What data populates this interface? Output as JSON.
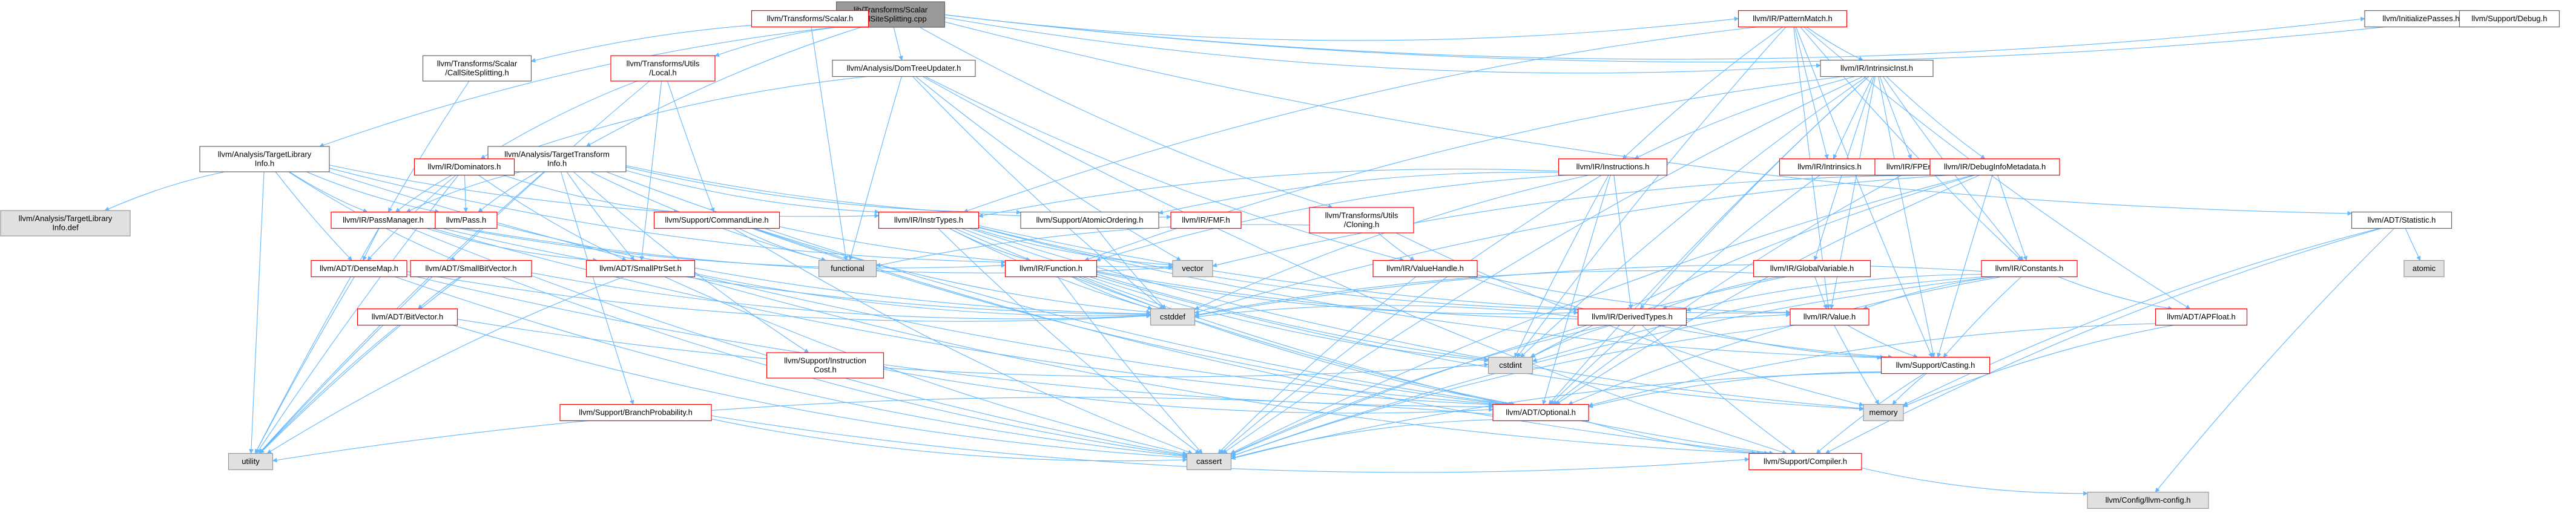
{
  "nodes": [
    {
      "id": "root",
      "lines": [
        "lib/Transforms/Scalar",
        "/CallSiteSplitting.cpp"
      ],
      "style": "root"
    },
    {
      "id": "passes",
      "lines": [
        "llvm/InitializePasses.h"
      ],
      "style": "plain"
    },
    {
      "id": "debug",
      "lines": [
        "llvm/Support/Debug.h"
      ],
      "style": "plain"
    },
    {
      "id": "scalar",
      "lines": [
        "llvm/Transforms/Scalar.h"
      ],
      "style": "red"
    },
    {
      "id": "patmatch",
      "lines": [
        "llvm/IR/PatternMatch.h"
      ],
      "style": "red"
    },
    {
      "id": "csplit",
      "lines": [
        "llvm/Transforms/Scalar",
        "/CallSiteSplitting.h"
      ],
      "style": "plain"
    },
    {
      "id": "tlocal",
      "lines": [
        "llvm/Transforms/Utils",
        "/Local.h"
      ],
      "style": "red"
    },
    {
      "id": "domtree",
      "lines": [
        "llvm/Analysis/DomTreeUpdater.h"
      ],
      "style": "plain"
    },
    {
      "id": "intrinst",
      "lines": [
        "llvm/IR/IntrinsicInst.h"
      ],
      "style": "plain"
    },
    {
      "id": "tli",
      "lines": [
        "llvm/Analysis/TargetLibrary",
        "Info.h"
      ],
      "style": "plain"
    },
    {
      "id": "tti",
      "lines": [
        "llvm/Analysis/TargetTransform",
        "Info.h"
      ],
      "style": "plain"
    },
    {
      "id": "doms",
      "lines": [
        "llvm/IR/Dominators.h"
      ],
      "style": "red"
    },
    {
      "id": "instrs",
      "lines": [
        "llvm/IR/Instructions.h"
      ],
      "style": "red"
    },
    {
      "id": "intrinsics",
      "lines": [
        "llvm/IR/Intrinsics.h"
      ],
      "style": "red"
    },
    {
      "id": "fpenv",
      "lines": [
        "llvm/IR/FPEnv.h"
      ],
      "style": "red"
    },
    {
      "id": "dbginfo",
      "lines": [
        "llvm/IR/DebugInfoMetadata.h"
      ],
      "style": "red"
    },
    {
      "id": "tlidef",
      "lines": [
        "llvm/Analysis/TargetLibrary",
        "Info.def"
      ],
      "style": "gray"
    },
    {
      "id": "pm",
      "lines": [
        "llvm/IR/PassManager.h"
      ],
      "style": "red"
    },
    {
      "id": "pass",
      "lines": [
        "llvm/Pass.h"
      ],
      "style": "red"
    },
    {
      "id": "cmdline",
      "lines": [
        "llvm/Support/CommandLine.h"
      ],
      "style": "red"
    },
    {
      "id": "instrtypes",
      "lines": [
        "llvm/IR/InstrTypes.h"
      ],
      "style": "red"
    },
    {
      "id": "atomic",
      "lines": [
        "llvm/Support/AtomicOrdering.h"
      ],
      "style": "plain"
    },
    {
      "id": "fmf",
      "lines": [
        "llvm/IR/FMF.h"
      ],
      "style": "red"
    },
    {
      "id": "cloning",
      "lines": [
        "llvm/Transforms/Utils",
        "/Cloning.h"
      ],
      "style": "red"
    },
    {
      "id": "statistic",
      "lines": [
        "llvm/ADT/Statistic.h"
      ],
      "style": "plain"
    },
    {
      "id": "functional",
      "lines": [
        "functional"
      ],
      "style": "gray"
    },
    {
      "id": "vector",
      "lines": [
        "vector"
      ],
      "style": "gray"
    },
    {
      "id": "atomicstd",
      "lines": [
        "atomic"
      ],
      "style": "gray"
    },
    {
      "id": "densemap",
      "lines": [
        "llvm/ADT/DenseMap.h"
      ],
      "style": "red"
    },
    {
      "id": "sbv",
      "lines": [
        "llvm/ADT/SmallBitVector.h"
      ],
      "style": "red"
    },
    {
      "id": "sps",
      "lines": [
        "llvm/ADT/SmallPtrSet.h"
      ],
      "style": "red"
    },
    {
      "id": "function",
      "lines": [
        "llvm/IR/Function.h"
      ],
      "style": "red"
    },
    {
      "id": "vh",
      "lines": [
        "llvm/IR/ValueHandle.h"
      ],
      "style": "red"
    },
    {
      "id": "gv",
      "lines": [
        "llvm/IR/GlobalVariable.h"
      ],
      "style": "red"
    },
    {
      "id": "constants",
      "lines": [
        "llvm/IR/Constants.h"
      ],
      "style": "red"
    },
    {
      "id": "bitvector",
      "lines": [
        "llvm/ADT/BitVector.h"
      ],
      "style": "red"
    },
    {
      "id": "cstddef",
      "lines": [
        "cstddef"
      ],
      "style": "gray"
    },
    {
      "id": "derived",
      "lines": [
        "llvm/IR/DerivedTypes.h"
      ],
      "style": "red"
    },
    {
      "id": "value",
      "lines": [
        "llvm/IR/Value.h"
      ],
      "style": "red"
    },
    {
      "id": "apfloat",
      "lines": [
        "llvm/ADT/APFloat.h"
      ],
      "style": "red"
    },
    {
      "id": "cstdint",
      "lines": [
        "cstdint"
      ],
      "style": "gray"
    },
    {
      "id": "casting",
      "lines": [
        "llvm/Support/Casting.h"
      ],
      "style": "red"
    },
    {
      "id": "instcost",
      "lines": [
        "llvm/Support/Instruction",
        "Cost.h"
      ],
      "style": "red"
    },
    {
      "id": "memory",
      "lines": [
        "memory"
      ],
      "style": "gray"
    },
    {
      "id": "branchprob",
      "lines": [
        "llvm/Support/BranchProbability.h"
      ],
      "style": "red"
    },
    {
      "id": "optional",
      "lines": [
        "llvm/ADT/Optional.h"
      ],
      "style": "red"
    },
    {
      "id": "utility",
      "lines": [
        "utility"
      ],
      "style": "gray"
    },
    {
      "id": "cassert",
      "lines": [
        "cassert"
      ],
      "style": "gray"
    },
    {
      "id": "compiler",
      "lines": [
        "llvm/Support/Compiler.h"
      ],
      "style": "red"
    },
    {
      "id": "config",
      "lines": [
        "llvm/Config/llvm-config.h"
      ],
      "style": "gray"
    }
  ],
  "edges": [
    [
      "root",
      "passes"
    ],
    [
      "root",
      "debug"
    ],
    [
      "root",
      "scalar"
    ],
    [
      "root",
      "patmatch"
    ],
    [
      "root",
      "csplit"
    ],
    [
      "root",
      "tlocal"
    ],
    [
      "root",
      "domtree"
    ],
    [
      "root",
      "intrinst"
    ],
    [
      "root",
      "tli"
    ],
    [
      "root",
      "tti"
    ],
    [
      "root",
      "cloning"
    ],
    [
      "root",
      "statistic"
    ],
    [
      "scalar",
      "functional"
    ],
    [
      "patmatch",
      "intrinst"
    ],
    [
      "patmatch",
      "instrs"
    ],
    [
      "patmatch",
      "intrinsics"
    ],
    [
      "patmatch",
      "constants"
    ],
    [
      "patmatch",
      "instrtypes"
    ],
    [
      "patmatch",
      "value"
    ],
    [
      "patmatch",
      "apfloat"
    ],
    [
      "patmatch",
      "casting"
    ],
    [
      "patmatch",
      "cstdint"
    ],
    [
      "csplit",
      "pm"
    ],
    [
      "tlocal",
      "doms"
    ],
    [
      "tlocal",
      "cmdline"
    ],
    [
      "tlocal",
      "sps"
    ],
    [
      "tlocal",
      "utility"
    ],
    [
      "domtree",
      "functional"
    ],
    [
      "domtree",
      "vector"
    ],
    [
      "domtree",
      "cstddef"
    ],
    [
      "domtree",
      "vh"
    ],
    [
      "domtree",
      "compiler"
    ],
    [
      "domtree",
      "doms"
    ],
    [
      "intrinst",
      "instrs"
    ],
    [
      "intrinst",
      "intrinsics"
    ],
    [
      "intrinst",
      "fpenv"
    ],
    [
      "intrinst",
      "dbginfo"
    ],
    [
      "intrinst",
      "constants"
    ],
    [
      "intrinst",
      "gv"
    ],
    [
      "intrinst",
      "derived"
    ],
    [
      "intrinst",
      "function"
    ],
    [
      "intrinst",
      "value"
    ],
    [
      "intrinst",
      "casting"
    ],
    [
      "intrinst",
      "cassert"
    ],
    [
      "intrinst",
      "cstdint"
    ],
    [
      "intrinst",
      "optional"
    ],
    [
      "tli",
      "tlidef"
    ],
    [
      "tli",
      "pm"
    ],
    [
      "tli",
      "pass"
    ],
    [
      "tli",
      "densemap"
    ],
    [
      "tli",
      "sbv"
    ],
    [
      "tli",
      "instrtypes"
    ],
    [
      "tli",
      "function"
    ],
    [
      "tli",
      "optional"
    ],
    [
      "tli",
      "utility"
    ],
    [
      "tti",
      "pm"
    ],
    [
      "tti",
      "pass"
    ],
    [
      "tti",
      "sps"
    ],
    [
      "tti",
      "instrtypes"
    ],
    [
      "tti",
      "fmf"
    ],
    [
      "tti",
      "atomic"
    ],
    [
      "tti",
      "instcost"
    ],
    [
      "tti",
      "branchprob"
    ],
    [
      "tti",
      "functional"
    ],
    [
      "tti",
      "optional"
    ],
    [
      "tti",
      "utility"
    ],
    [
      "doms",
      "pm"
    ],
    [
      "doms",
      "pass"
    ],
    [
      "doms",
      "densemap"
    ],
    [
      "doms",
      "sps"
    ],
    [
      "doms",
      "cmdline"
    ],
    [
      "doms",
      "utility"
    ],
    [
      "instrs",
      "instrtypes"
    ],
    [
      "instrs",
      "function"
    ],
    [
      "instrs",
      "derived"
    ],
    [
      "instrs",
      "cstddef"
    ],
    [
      "instrs",
      "cstdint"
    ],
    [
      "instrs",
      "cassert"
    ],
    [
      "instrs",
      "atomic"
    ],
    [
      "instrs",
      "optional"
    ],
    [
      "intrinsics",
      "optional"
    ],
    [
      "fpenv",
      "optional"
    ],
    [
      "dbginfo",
      "constants"
    ],
    [
      "dbginfo",
      "casting"
    ],
    [
      "dbginfo",
      "cassert"
    ],
    [
      "dbginfo",
      "cstddef"
    ],
    [
      "dbginfo",
      "cstdint"
    ],
    [
      "dbginfo",
      "vector"
    ],
    [
      "dbginfo",
      "optional"
    ],
    [
      "pm",
      "densemap"
    ],
    [
      "pm",
      "sps"
    ],
    [
      "pm",
      "function"
    ],
    [
      "pm",
      "cassert"
    ],
    [
      "pm",
      "cstddef"
    ],
    [
      "pm",
      "vector"
    ],
    [
      "pm",
      "utility"
    ],
    [
      "pm",
      "optional"
    ],
    [
      "pass",
      "cstddef"
    ],
    [
      "cmdline",
      "functional"
    ],
    [
      "cmdline",
      "vector"
    ],
    [
      "cmdline",
      "cassert"
    ],
    [
      "cmdline",
      "cstddef"
    ],
    [
      "cmdline",
      "optional"
    ],
    [
      "cmdline",
      "compiler"
    ],
    [
      "instrtypes",
      "function"
    ],
    [
      "instrtypes",
      "derived"
    ],
    [
      "instrtypes",
      "value"
    ],
    [
      "instrtypes",
      "cstddef"
    ],
    [
      "instrtypes",
      "cstdint"
    ],
    [
      "instrtypes",
      "vector"
    ],
    [
      "instrtypes",
      "cassert"
    ],
    [
      "instrtypes",
      "optional"
    ],
    [
      "instrtypes",
      "casting"
    ],
    [
      "instrtypes",
      "memory"
    ],
    [
      "atomic",
      "cstddef"
    ],
    [
      "cloning",
      "vh"
    ],
    [
      "cloning",
      "functional"
    ],
    [
      "cloning",
      "memory"
    ],
    [
      "statistic",
      "atomicstd"
    ],
    [
      "statistic",
      "memory"
    ],
    [
      "statistic",
      "compiler"
    ],
    [
      "statistic",
      "config"
    ],
    [
      "densemap",
      "cassert"
    ],
    [
      "densemap",
      "cstddef"
    ],
    [
      "densemap",
      "utility"
    ],
    [
      "densemap",
      "optional"
    ],
    [
      "sbv",
      "bitvector"
    ],
    [
      "sbv",
      "cassert"
    ],
    [
      "sbv",
      "cstddef"
    ],
    [
      "sbv",
      "utility"
    ],
    [
      "sps",
      "cassert"
    ],
    [
      "sps",
      "cstddef"
    ],
    [
      "sps",
      "utility"
    ],
    [
      "sps",
      "compiler"
    ],
    [
      "function",
      "derived"
    ],
    [
      "function",
      "value"
    ],
    [
      "function",
      "cassert"
    ],
    [
      "function",
      "cstddef"
    ],
    [
      "function",
      "cstdint"
    ],
    [
      "function",
      "memory"
    ],
    [
      "function",
      "compiler"
    ],
    [
      "function",
      "optional"
    ],
    [
      "vh",
      "value"
    ],
    [
      "vh",
      "casting"
    ],
    [
      "vh",
      "cassert"
    ],
    [
      "gv",
      "derived"
    ],
    [
      "gv",
      "value"
    ],
    [
      "gv",
      "cassert"
    ],
    [
      "gv",
      "cstddef"
    ],
    [
      "constants",
      "derived"
    ],
    [
      "constants",
      "value"
    ],
    [
      "constants",
      "apfloat"
    ],
    [
      "constants",
      "casting"
    ],
    [
      "constants",
      "cassert"
    ],
    [
      "constants",
      "cstddef"
    ],
    [
      "constants",
      "cstdint"
    ],
    [
      "constants",
      "optional"
    ],
    [
      "bitvector",
      "cassert"
    ],
    [
      "bitvector",
      "utility"
    ],
    [
      "bitvector",
      "cstdint"
    ],
    [
      "derived",
      "casting"
    ],
    [
      "derived",
      "cassert"
    ],
    [
      "derived",
      "cstddef"
    ],
    [
      "derived",
      "cstdint"
    ],
    [
      "derived",
      "compiler"
    ],
    [
      "value",
      "casting"
    ],
    [
      "value",
      "cassert"
    ],
    [
      "value",
      "memory"
    ],
    [
      "apfloat",
      "optional"
    ],
    [
      "apfloat",
      "memory"
    ],
    [
      "casting",
      "optional"
    ],
    [
      "casting",
      "memory"
    ],
    [
      "casting",
      "compiler"
    ],
    [
      "casting",
      "cassert"
    ],
    [
      "instcost",
      "optional"
    ],
    [
      "branchprob",
      "compiler"
    ],
    [
      "branchprob",
      "cassert"
    ],
    [
      "optional",
      "compiler"
    ],
    [
      "optional",
      "cassert"
    ],
    [
      "optional",
      "utility"
    ],
    [
      "compiler",
      "config"
    ]
  ],
  "colors": {
    "edge": "#63b8ff",
    "red_border": "#ff0000",
    "plain_border": "#666666",
    "gray_fill": "#e0e0e0",
    "gray_border": "#999999",
    "root_fill": "#999999",
    "root_border": "#666666"
  }
}
